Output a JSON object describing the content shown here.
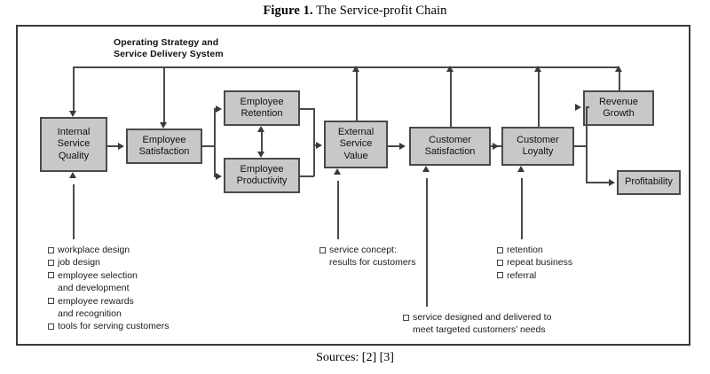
{
  "figure": {
    "label": "Figure 1.",
    "title": "The Service-profit Chain",
    "source_caption": "Sources: [2] [3]"
  },
  "diagram": {
    "heading": "Operating Strategy and\nService Delivery System",
    "boxes": {
      "internal_service_quality": "Internal\nService\nQuality",
      "employee_satisfaction": "Employee\nSatisfaction",
      "employee_retention": "Employee\nRetention",
      "employee_productivity": "Employee\nProductivity",
      "external_service_value": "External\nService\nValue",
      "customer_satisfaction": "Customer\nSatisfaction",
      "customer_loyalty": "Customer\nLoyalty",
      "revenue_growth": "Revenue\nGrowth",
      "profitability": "Profitability"
    },
    "lists": {
      "internal_service_quality": [
        "workplace design",
        "job design",
        "employee selection\n   and development",
        "employee rewards\n   and recognition",
        "tools for serving customers"
      ],
      "external_service_value": [
        "service concept:\n   results for customers"
      ],
      "customer_loyalty": [
        "retention",
        "repeat business",
        "referral"
      ],
      "customer_satisfaction": [
        "service designed and delivered to\n   meet targeted customers’ needs"
      ]
    },
    "colors": {
      "box_fill": "#c8c8c8",
      "box_border": "#4a4a4a",
      "connector": "#4a4a4a",
      "frame_border": "#3a3a3a",
      "background": "#ffffff"
    }
  }
}
